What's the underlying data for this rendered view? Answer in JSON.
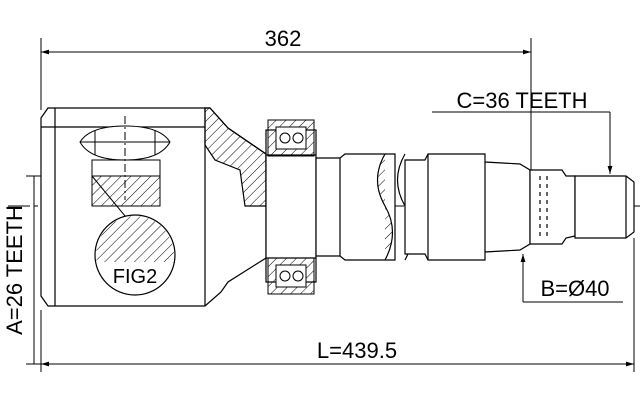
{
  "dimensions": {
    "overall_length_label": "362",
    "total_length_label": "L=439.5",
    "spline_c_label": "C=36 TEETH",
    "diameter_b_label": "B=Ø40",
    "spline_a_label": "A=26 TEETH"
  },
  "figure_label": "FIG2",
  "colors": {
    "line": "#000000",
    "background": "#ffffff"
  }
}
